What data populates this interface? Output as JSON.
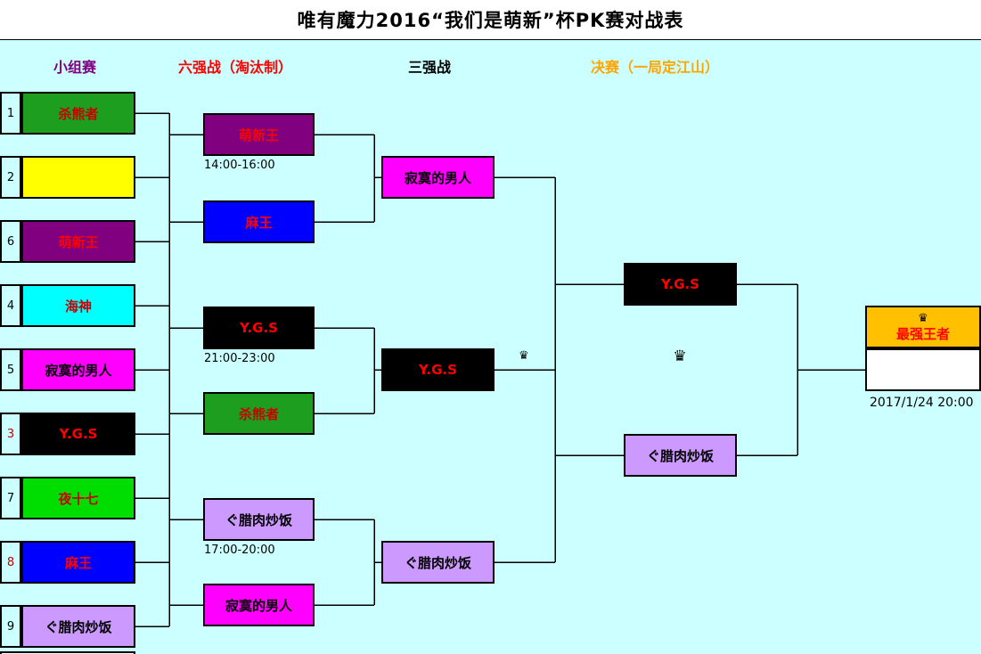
{
  "title": "唯有魔力2016“我们是萌新”杯PK赛对战表",
  "stage_headers": [
    {
      "label": "小组赛",
      "color": "#800080"
    },
    {
      "label": "六强战（淘汰制）",
      "color": "#FF0000"
    },
    {
      "label": "三强战",
      "color": "#000000"
    },
    {
      "label": "决赛（一局定江山）",
      "color": "#FFA500"
    }
  ],
  "group_stage": {
    "rows": [
      {
        "num": "1",
        "name": "杀熊者",
        "bg": "#1E9E1E",
        "fg": "#CC0000",
        "num_color": "#000000"
      },
      {
        "num": "2",
        "name": "",
        "bg": "#FFFF00",
        "fg": "#000000",
        "num_color": "#000000"
      },
      {
        "num": "6",
        "name": "萌新王",
        "bg": "#800080",
        "fg": "#FF0000",
        "num_color": "#000000"
      },
      {
        "num": "4",
        "name": "海神",
        "bg": "#00FFFF",
        "fg": "#CC0000",
        "num_color": "#000000"
      },
      {
        "num": "5",
        "name": "寂寞的男人",
        "bg": "#FF00FF",
        "fg": "#000000",
        "num_color": "#000000"
      },
      {
        "num": "3",
        "name": "Y.G.S",
        "bg": "#000000",
        "fg": "#FF0000",
        "num_color": "#CC0000"
      },
      {
        "num": "7",
        "name": "夜十七",
        "bg": "#00DD00",
        "fg": "#CC0000",
        "num_color": "#000000"
      },
      {
        "num": "8",
        "name": "麻王",
        "bg": "#0000FF",
        "fg": "#FF0000",
        "num_color": "#CC0000"
      },
      {
        "num": "9",
        "name": "ぐ腊肉炒饭",
        "bg": "#CC99FF",
        "fg": "#000000",
        "num_color": "#000000"
      }
    ]
  },
  "round_of_six": {
    "slots": [
      {
        "name": "萌新王",
        "bg": "#800080",
        "fg": "#FF0000"
      },
      {
        "name": "麻王",
        "bg": "#0000FF",
        "fg": "#FF0000"
      },
      {
        "name": "Y.G.S",
        "bg": "#000000",
        "fg": "#FF0000"
      },
      {
        "name": "杀熊者",
        "bg": "#1E9E1E",
        "fg": "#CC0000"
      },
      {
        "name": "ぐ腊肉炒饭",
        "bg": "#CC99FF",
        "fg": "#000000"
      },
      {
        "name": "寂寞的男人",
        "bg": "#FF00FF",
        "fg": "#000000"
      }
    ],
    "times": [
      "14:00-16:00",
      "21:00-23:00",
      "17:00-20:00"
    ]
  },
  "semifinal": {
    "crown": "♛",
    "slots": [
      {
        "name": "寂寞的男人",
        "bg": "#FF00FF",
        "fg": "#000000"
      },
      {
        "name": "Y.G.S",
        "bg": "#000000",
        "fg": "#FF0000"
      },
      {
        "name": "ぐ腊肉炒饭",
        "bg": "#CC99FF",
        "fg": "#000000"
      }
    ]
  },
  "final": {
    "crown": "♛",
    "slots": [
      {
        "name": "Y.G.S",
        "bg": "#000000",
        "fg": "#FF0000"
      },
      {
        "name": "ぐ腊肉炒饭",
        "bg": "#CC99FF",
        "fg": "#000000"
      }
    ]
  },
  "champion": {
    "crown": "♛",
    "label": "最强王者",
    "bg": "#FFC000",
    "fg": "#FF0000",
    "datetime": "2017/1/24 20:00"
  }
}
